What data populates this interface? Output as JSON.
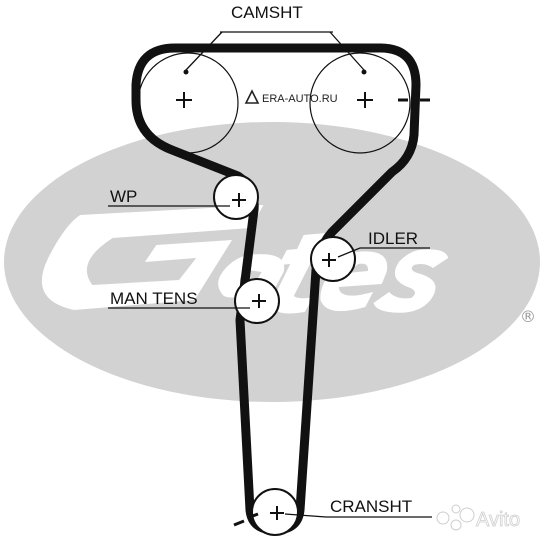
{
  "diagram": {
    "labels": {
      "camshaft": "CAMSHT",
      "water_pump": "WP",
      "idler": "IDLER",
      "manual_tensioner": "MAN TENS",
      "crankshaft": "CRANSHT"
    },
    "watermarks": {
      "site": "ERA-AUTO.RU",
      "marketplace": "Avito",
      "brand": "Gates",
      "registered_mark": "®"
    },
    "colors": {
      "belt": "#111111",
      "background_logo": "#d2d2d2",
      "background": "#ffffff"
    }
  }
}
